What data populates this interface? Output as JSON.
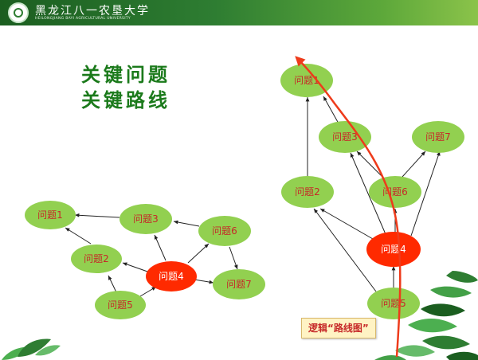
{
  "header": {
    "title": "黑龙江八一农垦大学",
    "subtitle": "HEILONGJIANG BAYI AGRICULTURAL UNIVERSITY"
  },
  "slide": {
    "title_line1": "关键问题",
    "title_line2": "关键路线"
  },
  "left_diagram": {
    "nodes": {
      "n1": "问题1",
      "n2": "问题2",
      "n3": "问题3",
      "n4": "问题4",
      "n5": "问题5",
      "n6": "问题6",
      "n7": "问题7"
    },
    "highlighted": "n4"
  },
  "right_diagram": {
    "nodes": {
      "n1": "问题1",
      "n2": "问题2",
      "n3": "问题3",
      "n4": "问题4",
      "n5": "问题5",
      "n6": "问题6",
      "n7": "问题7"
    },
    "highlighted": "n4",
    "callout": "逻辑“路线图”"
  },
  "colors": {
    "node_fill": "#92d050",
    "highlight_fill": "#ff2a00",
    "node_text": "#c62828",
    "path": "#ee3b1b",
    "title": "#1b7a1b",
    "header": "#2e7d32"
  }
}
